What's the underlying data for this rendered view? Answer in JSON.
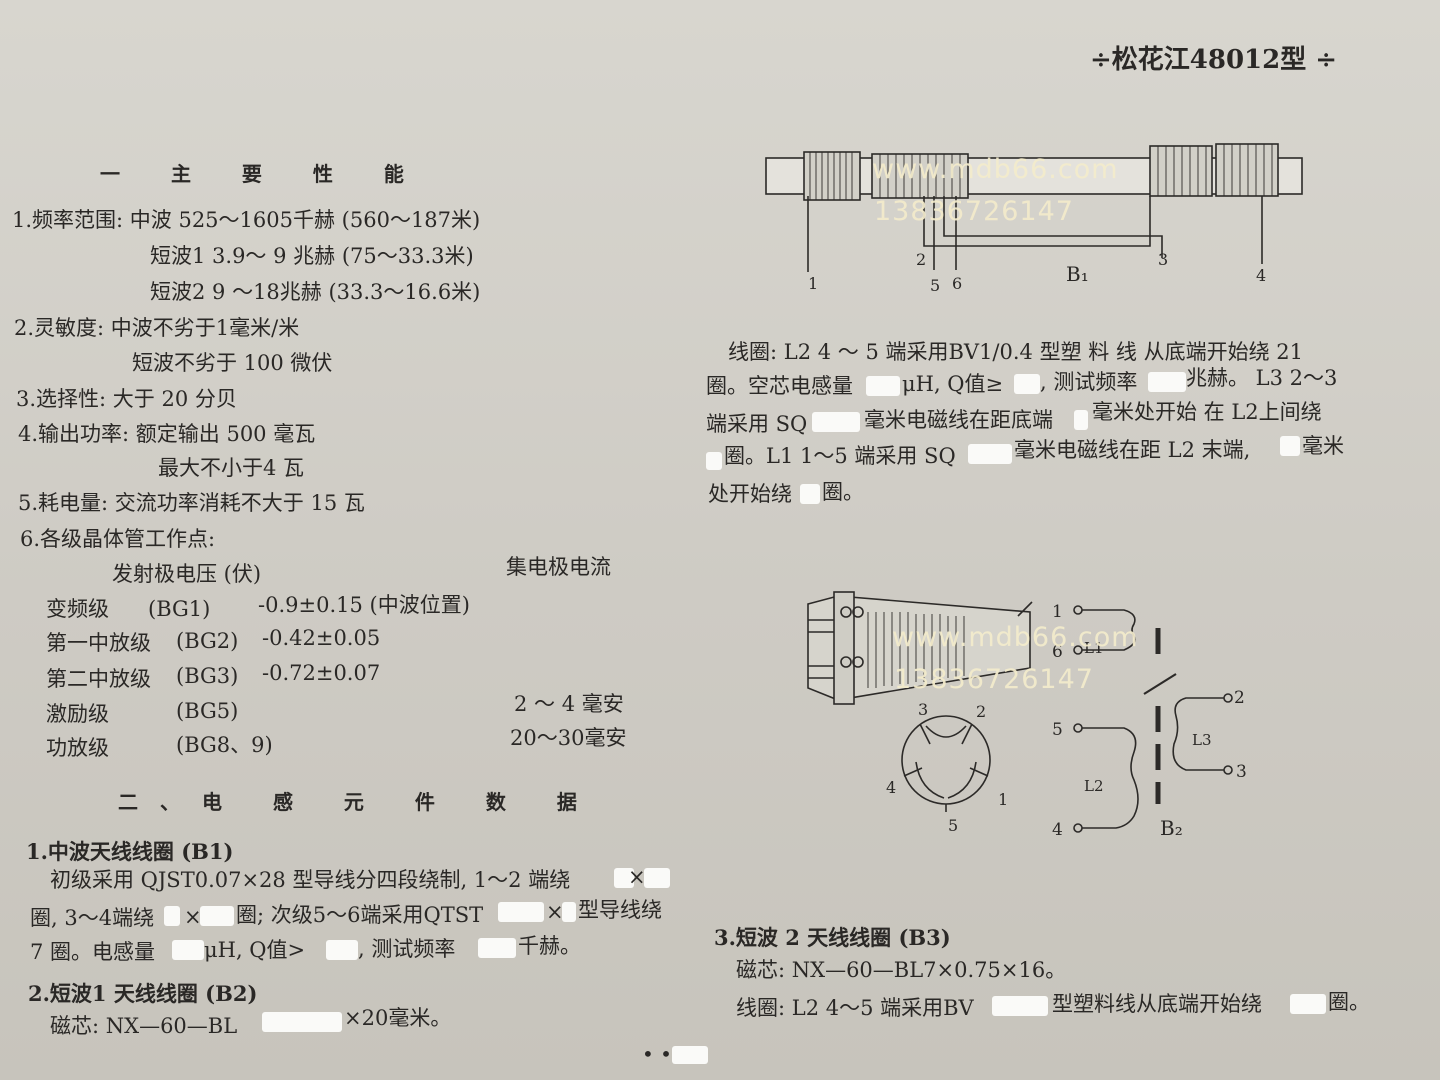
{
  "header": {
    "title": "÷松花江48012型 ÷"
  },
  "left": {
    "section1_title": "一 主 要 性 能",
    "spec_lines": [
      "1.频率范围: 中波  525～1605千赫 (560～187米)",
      "短波1  3.9～ 9 兆赫 (75～33.3米)",
      "短波2  9 ～18兆赫 (33.3～16.6米)",
      "2.灵敏度: 中波不劣于1毫米/米",
      "短波不劣于 100 微伏",
      "3.选择性: 大于 20 分贝",
      "4.输出功率: 额定输出 500 毫瓦",
      "最大不小于4 瓦",
      "5.耗电量: 交流功率消耗不大于 15 瓦",
      "6.各级晶体管工作点:"
    ],
    "table": {
      "col_emitter": "发射极电压 (伏)",
      "col_collector": "集电极电流",
      "rows": [
        {
          "stage": "变频级",
          "transistor": "(BG1)",
          "emitter": "-0.9±0.15 (中波位置)",
          "collector": ""
        },
        {
          "stage": "第一中放级",
          "transistor": "(BG2)",
          "emitter": "-0.42±0.05",
          "collector": ""
        },
        {
          "stage": "第二中放级",
          "transistor": "(BG3)",
          "emitter": "-0.72±0.07",
          "collector": ""
        },
        {
          "stage": "激励级",
          "transistor": "(BG5)",
          "emitter": "",
          "collector": "2 ～ 4 毫安"
        },
        {
          "stage": "功放级",
          "transistor": "(BG8、9)",
          "emitter": "",
          "collector": "20～30毫安"
        }
      ]
    },
    "section2_title": "二、电 感 元 件 数 据",
    "b1_title": "1.中波天线线圈 (B1)",
    "b1_lines": [
      "初级采用 QJST0.07×28 型导线分四段绕制, 1～2 端绕",
      "圈, 3～4端绕",
      "圈; 次级5～6端采用QTST",
      "型导线绕",
      "7 圈。电感量",
      "μH, Q值>",
      ", 测试频率",
      "千赫。"
    ],
    "b2_title": "2.短波1  天线线圈 (B2)",
    "b2_core_prefix": "磁芯: NX—60—BL",
    "b2_core_suffix": "×20毫米。"
  },
  "right": {
    "diagram1": {
      "labels": [
        "1",
        "2",
        "5",
        "6",
        "3",
        "4"
      ],
      "name": "B₁"
    },
    "coil_text": [
      "线圈: L2 4 ～ 5 端采用BV1/0.4 型塑 料 线 从底端开始绕 21",
      "圈。空芯电感量",
      "μH, Q值≥",
      ", 测试频率",
      "兆赫。 L3 2～3",
      "端采用 SQ",
      "毫米电磁线在距底端",
      "毫米处开始 在 L2上间绕",
      "圈。L1 1～5 端采用 SQ",
      "毫米电磁线在距 L2 末端,",
      "毫米",
      "处开始绕",
      "圈。"
    ],
    "diagram2": {
      "socket_pins": [
        "3",
        "2",
        "4",
        "1",
        "5"
      ],
      "terminals": [
        "1",
        "6",
        "2",
        "5",
        "3",
        "4"
      ],
      "coils": [
        "L1",
        "L3",
        "L2"
      ],
      "name": "B₂"
    },
    "b3_title": "3.短波 2 天线线圈 (B3)",
    "b3_core": "磁芯: NX—60—BL7×0.75×16。",
    "b3_coil_prefix": "线圈: L2 4～5 端采用BV",
    "b3_coil_mid": "型塑料线从底端开始绕",
    "b3_coil_suffix": "圈。"
  },
  "watermark": {
    "site": "www.mdb66.com",
    "phone": "13836726147"
  },
  "footer": {
    "page_marks": "•    •"
  }
}
